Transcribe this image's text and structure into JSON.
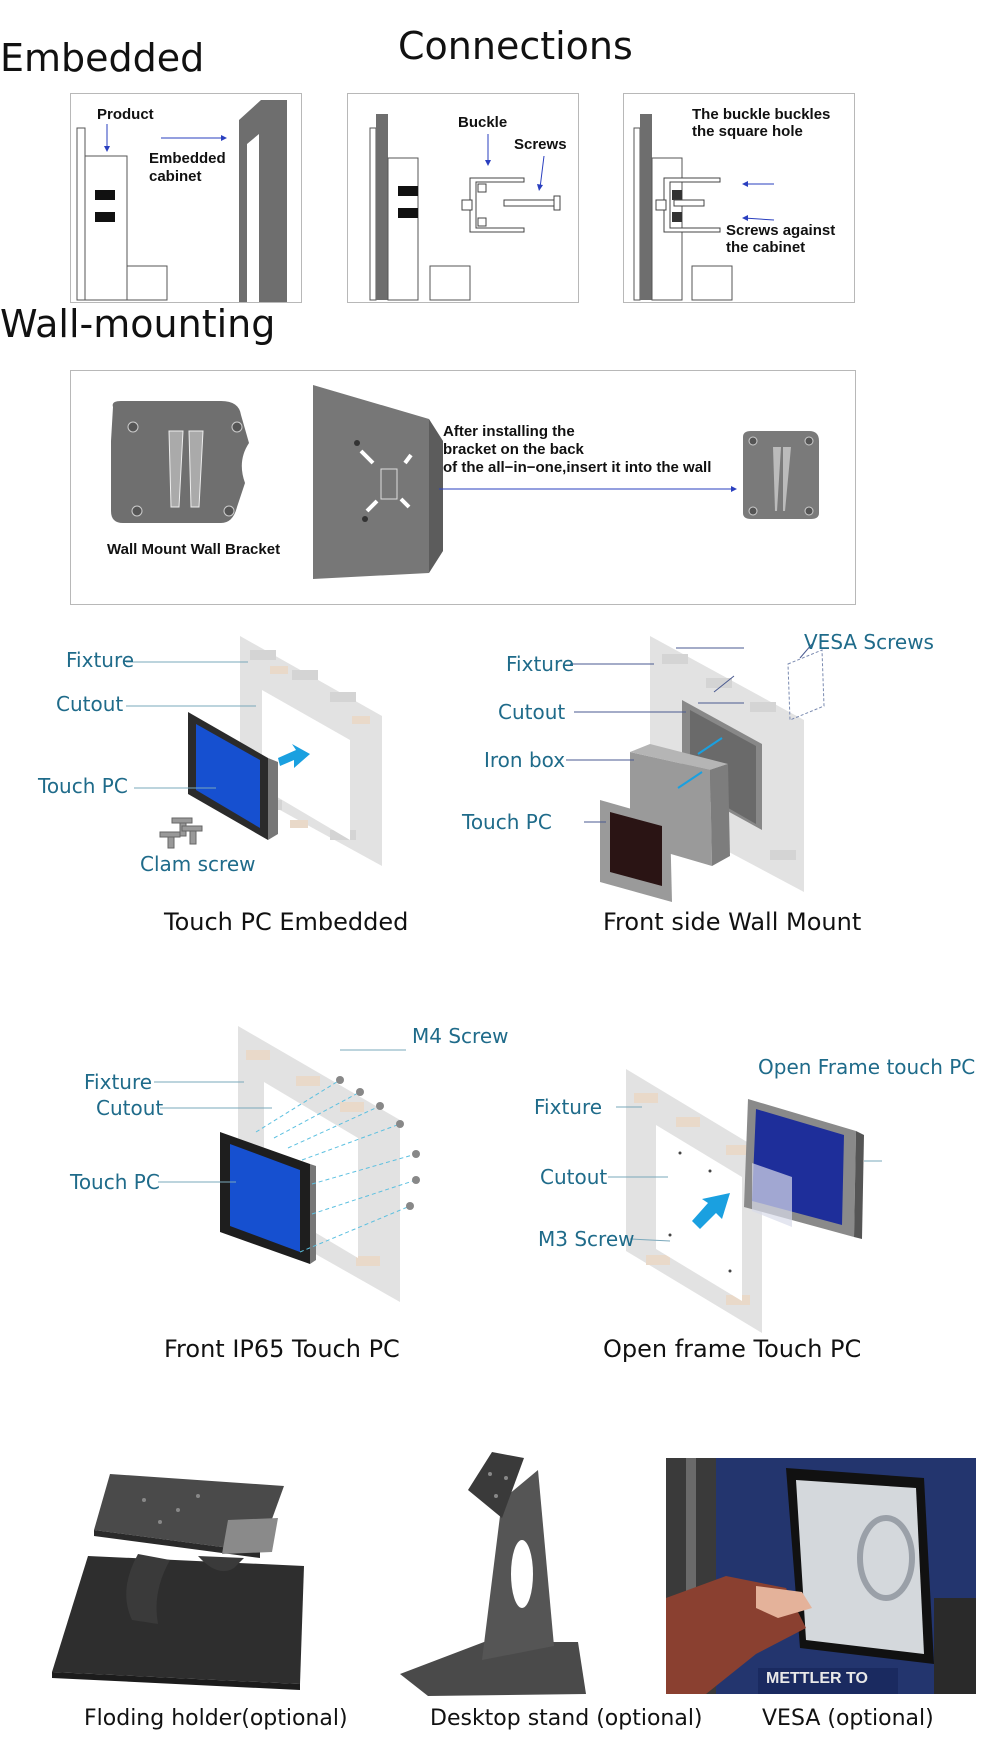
{
  "header": {
    "title": "Connections"
  },
  "embedded": {
    "heading": "Embedded",
    "panel1": {
      "product": "Product",
      "cabinet_line1": "Embedded",
      "cabinet_line2": "cabinet"
    },
    "panel2": {
      "buckle": "Buckle",
      "screws": "Screws"
    },
    "panel3": {
      "buckle_line1": "The buckle buckles",
      "buckle_line2": "the square hole",
      "screws_line1": "Screws against",
      "screws_line2": "the cabinet"
    }
  },
  "wall": {
    "heading": "Wall-mounting",
    "bracket_label": "Wall Mount Wall Bracket",
    "note_line1": "After installing the",
    "note_line2": "bracket on the back",
    "note_line3": "of the all−in−one,insert it into the wall"
  },
  "install": {
    "embedded_pc": {
      "fixture": "Fixture",
      "cutout": "Cutout",
      "touch_pc": "Touch PC",
      "clam_screw": "Clam screw",
      "caption": "Touch PC Embedded"
    },
    "front_wall": {
      "vesa_screws": "VESA Screws",
      "fixture": "Fixture",
      "cutout": "Cutout",
      "iron_box": "Iron box",
      "touch_pc": "Touch PC",
      "caption": "Front side Wall Mount"
    },
    "ip65": {
      "m4_screw": "M4 Screw",
      "fixture": "Fixture",
      "cutout": "Cutout",
      "touch_pc": "Touch PC",
      "caption": "Front IP65 Touch PC"
    },
    "open_frame": {
      "open_frame_pc": "Open Frame touch PC",
      "fixture": "Fixture",
      "cutout": "Cutout",
      "m3_screw": "M3 Screw",
      "caption": "Open frame Touch PC"
    }
  },
  "stands": {
    "folding": "Floding holder(optional)",
    "desktop": "Desktop stand (optional)",
    "vesa": "VESA (optional)",
    "vesa_brand": "METTLER TO"
  },
  "colors": {
    "label_blue": "#1f6b8a",
    "arrow_blue": "#2a3fbf",
    "screen_blue": "#1650d0",
    "metal_gray": "#777777",
    "cyan_arrow": "#1aa0e0"
  }
}
